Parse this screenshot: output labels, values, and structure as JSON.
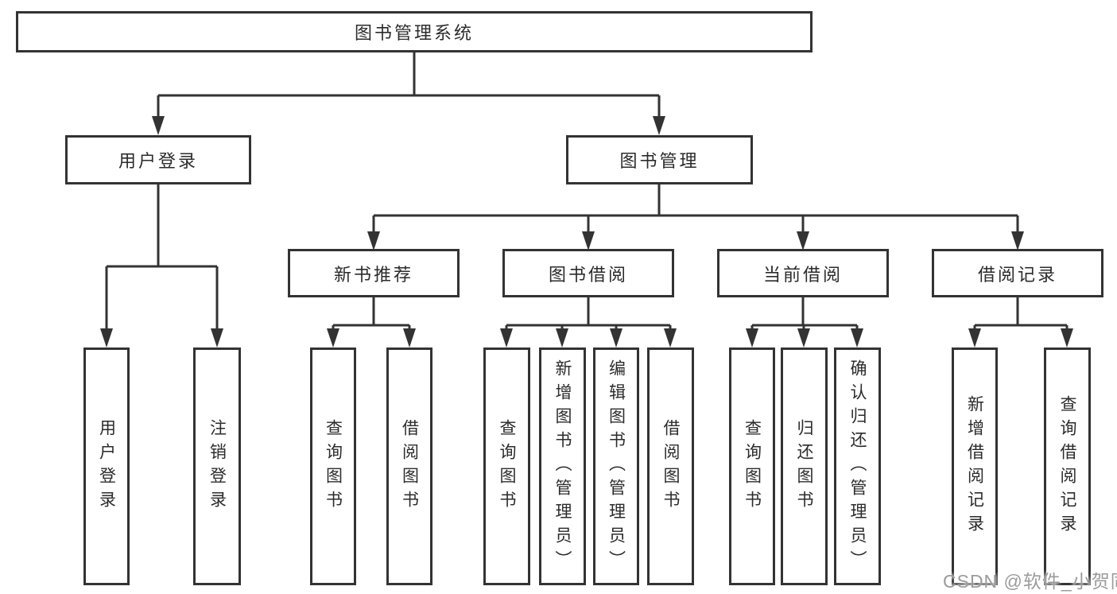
{
  "diagram": {
    "root": {
      "label": "图书管理系统"
    },
    "branches": [
      {
        "label": "用户登录",
        "children": [
          {
            "label": "用户登录"
          },
          {
            "label": "注销登录"
          }
        ]
      },
      {
        "label": "图书管理",
        "children": [
          {
            "label": "新书推荐",
            "children": [
              {
                "label": "查询图书"
              },
              {
                "label": "借阅图书"
              }
            ]
          },
          {
            "label": "图书借阅",
            "children": [
              {
                "label": "查询图书"
              },
              {
                "label": "新增图书（管理员）"
              },
              {
                "label": "编辑图书（管理员）"
              },
              {
                "label": "借阅图书"
              }
            ]
          },
          {
            "label": "当前借阅",
            "children": [
              {
                "label": "查询图书"
              },
              {
                "label": "归还图书"
              },
              {
                "label": "确认归还（管理员）"
              }
            ]
          },
          {
            "label": "借阅记录",
            "children": [
              {
                "label": "新增借阅记录"
              },
              {
                "label": "查询借阅记录"
              }
            ]
          }
        ]
      }
    ],
    "watermark": "CSDN @软件_小贺同学",
    "colors": {
      "line": "#333333",
      "background": "#ffffff",
      "text": "#2b2b2b",
      "watermark": "#9b9b9b"
    }
  }
}
